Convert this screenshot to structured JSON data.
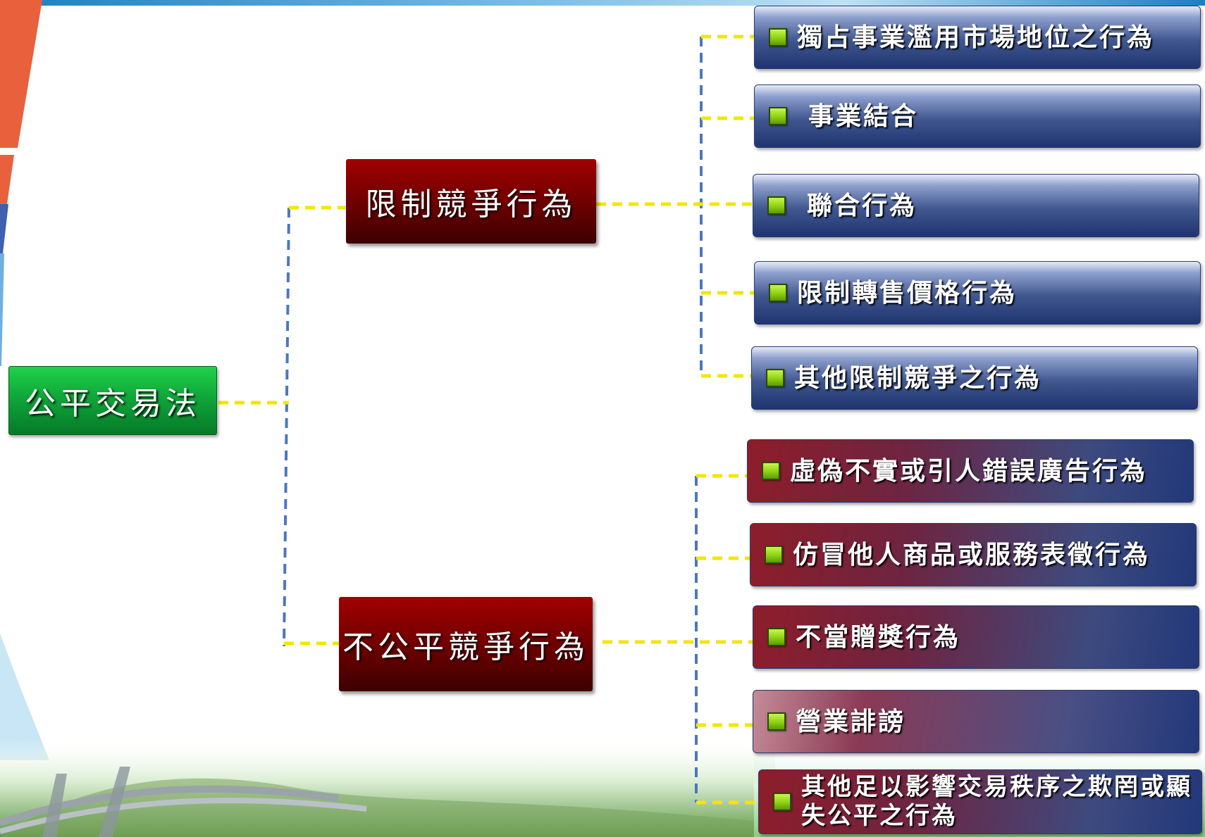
{
  "diagram": {
    "root": {
      "label": "公平交易法",
      "color": "#10a63a"
    },
    "branches": [
      {
        "label": "限制競爭行為",
        "color": "#7a0000",
        "leaves": [
          "獨占事業濫用市場地位之行為",
          "事業結合",
          "聯合行為",
          "限制轉售價格行為",
          "其他限制競爭之行為"
        ]
      },
      {
        "label": "不公平競爭行為",
        "color": "#7a0000",
        "leaves": [
          "虛偽不實或引人錯誤廣告行為",
          "仿冒他人商品或服務表徵行為",
          "不當贈獎行為",
          "營業誹謗",
          "其他足以影響交易秩序之欺罔或顯失公平之行為"
        ]
      }
    ],
    "connector_colors": {
      "dash_yellow": "#f2e600",
      "dash_blue": "#4a78c0"
    },
    "bullet_color": "#8ed015",
    "leaf_color": "#1f3470"
  }
}
